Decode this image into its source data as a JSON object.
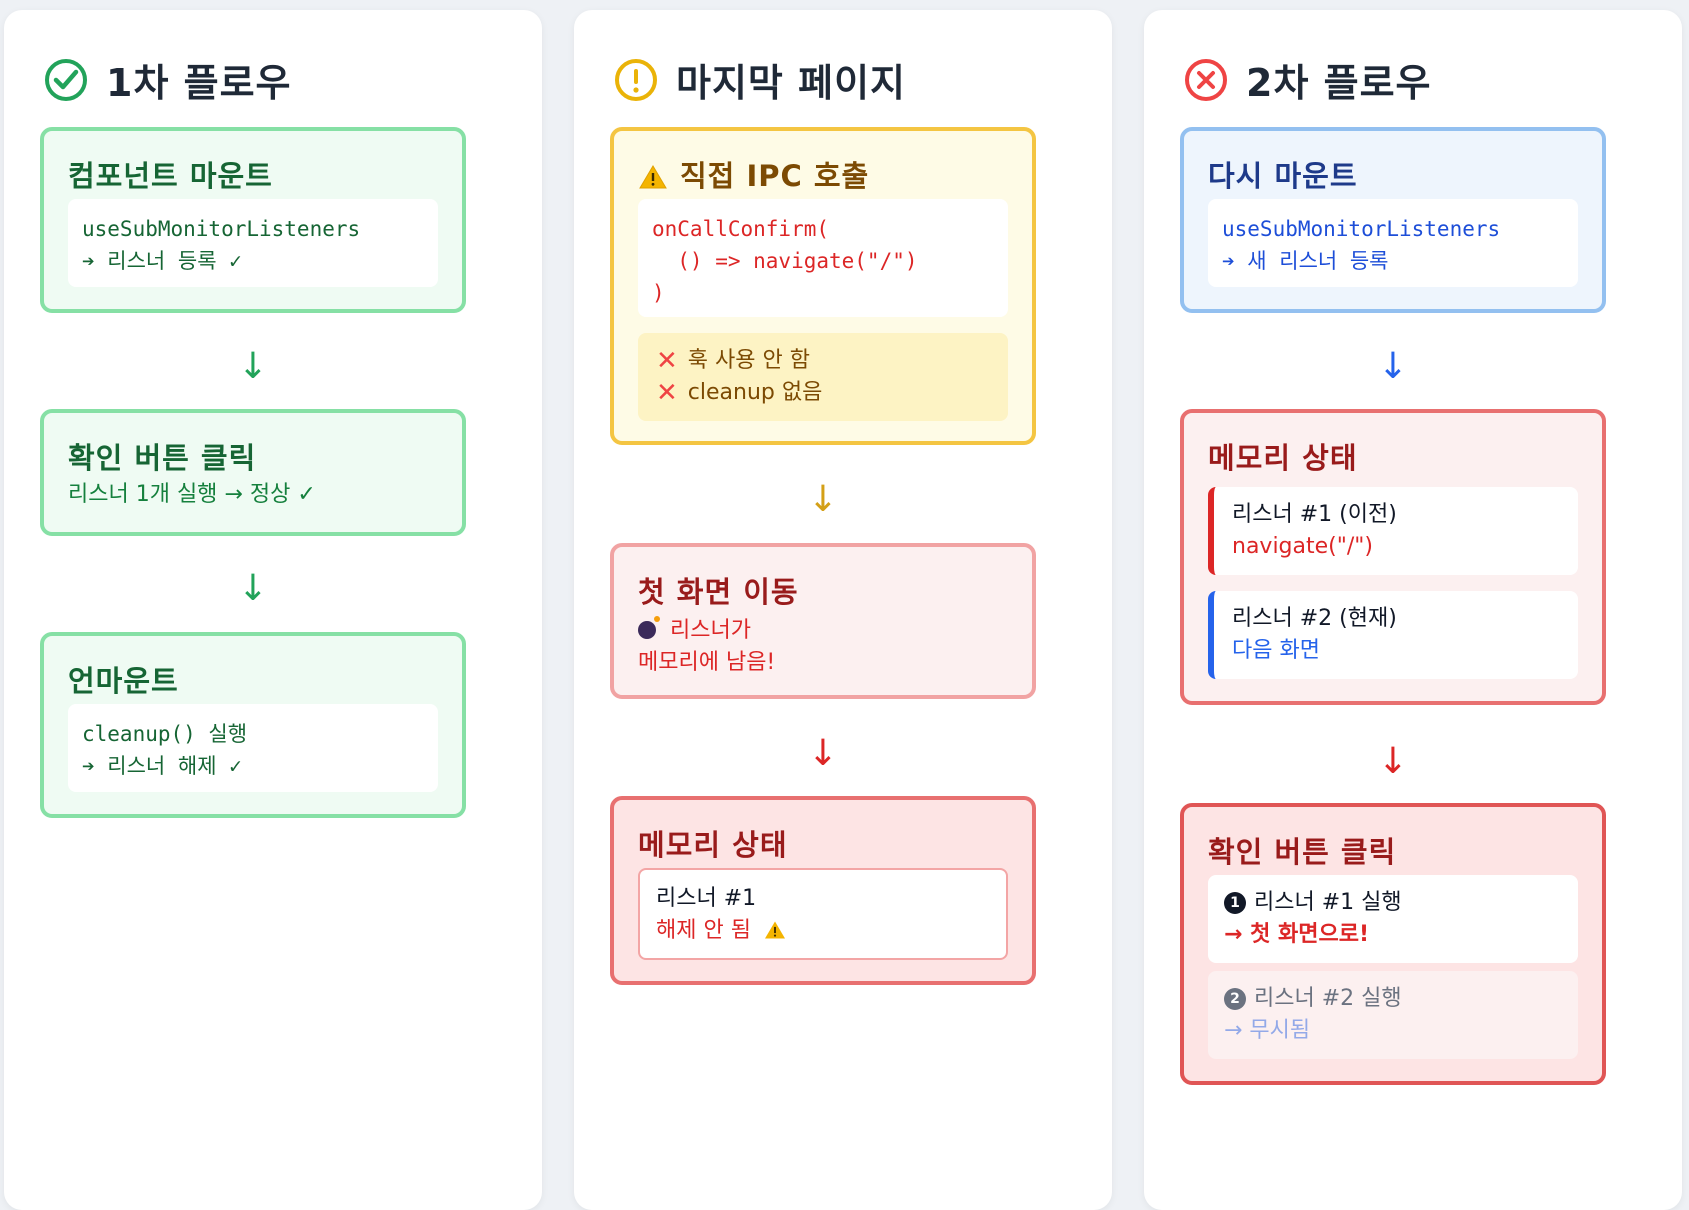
{
  "colors": {
    "green_border": "#86e0a5",
    "green_bg": "#effbf3",
    "green_text": "#15803d",
    "yellow_border": "#f4c542",
    "yellow_bg": "#fefbe6",
    "red_border": "#ef8f8f",
    "red_bg": "#fcf0f0",
    "blue_border": "#93c0f0",
    "blue_bg": "#eef5fd",
    "blue_text": "#1d4ed8"
  },
  "col1": {
    "title": "1차 플로우",
    "icon": "check-circle-icon",
    "box1": {
      "title": "컴포넌트 마운트",
      "line1": "useSubMonitorListeners",
      "line2": "➔ 리스너 등록 ✓"
    },
    "box2": {
      "title": "확인 버튼 클릭",
      "text": "리스너 1개 실행 → 정상 ✓"
    },
    "box3": {
      "title": "언마운트",
      "line1": "cleanup() 실행",
      "line2": "➔ 리스너 해제 ✓"
    },
    "arrow": "↓"
  },
  "col2": {
    "title": "마지막 페이지",
    "icon": "exclamation-circle-icon",
    "box1": {
      "title": "직접 IPC 호출",
      "code1": "onCallConfirm(",
      "code2": "  () => navigate(\"/\")",
      "code3": ")",
      "warn1": "훅 사용 안 함",
      "warn2": "cleanup 없음"
    },
    "box2": {
      "title": "첫 화면 이동",
      "line1": "리스너가",
      "line2": "메모리에 남음!"
    },
    "box3": {
      "title": "메모리 상태",
      "line1": "리스너 #1",
      "line2": "해제 안 됨"
    },
    "arrow": "↓"
  },
  "col3": {
    "title": "2차 플로우",
    "icon": "x-circle-icon",
    "box1": {
      "title": "다시 마운트",
      "line1": "useSubMonitorListeners",
      "line2": "➔ 새 리스너 등록"
    },
    "box2": {
      "title": "메모리 상태",
      "item1_title": "리스너 #1 (이전)",
      "item1_sub": "navigate(\"/\")",
      "item2_title": "리스너 #2 (현재)",
      "item2_sub": "다음 화면"
    },
    "box3": {
      "title": "확인 버튼 클릭",
      "item1_num": "1",
      "item1_title": "리스너 #1 실행",
      "item1_sub": "→ 첫 화면으로!",
      "item2_num": "2",
      "item2_title": "리스너 #2 실행",
      "item2_sub": "→ 무시됨"
    },
    "arrow": "↓"
  }
}
